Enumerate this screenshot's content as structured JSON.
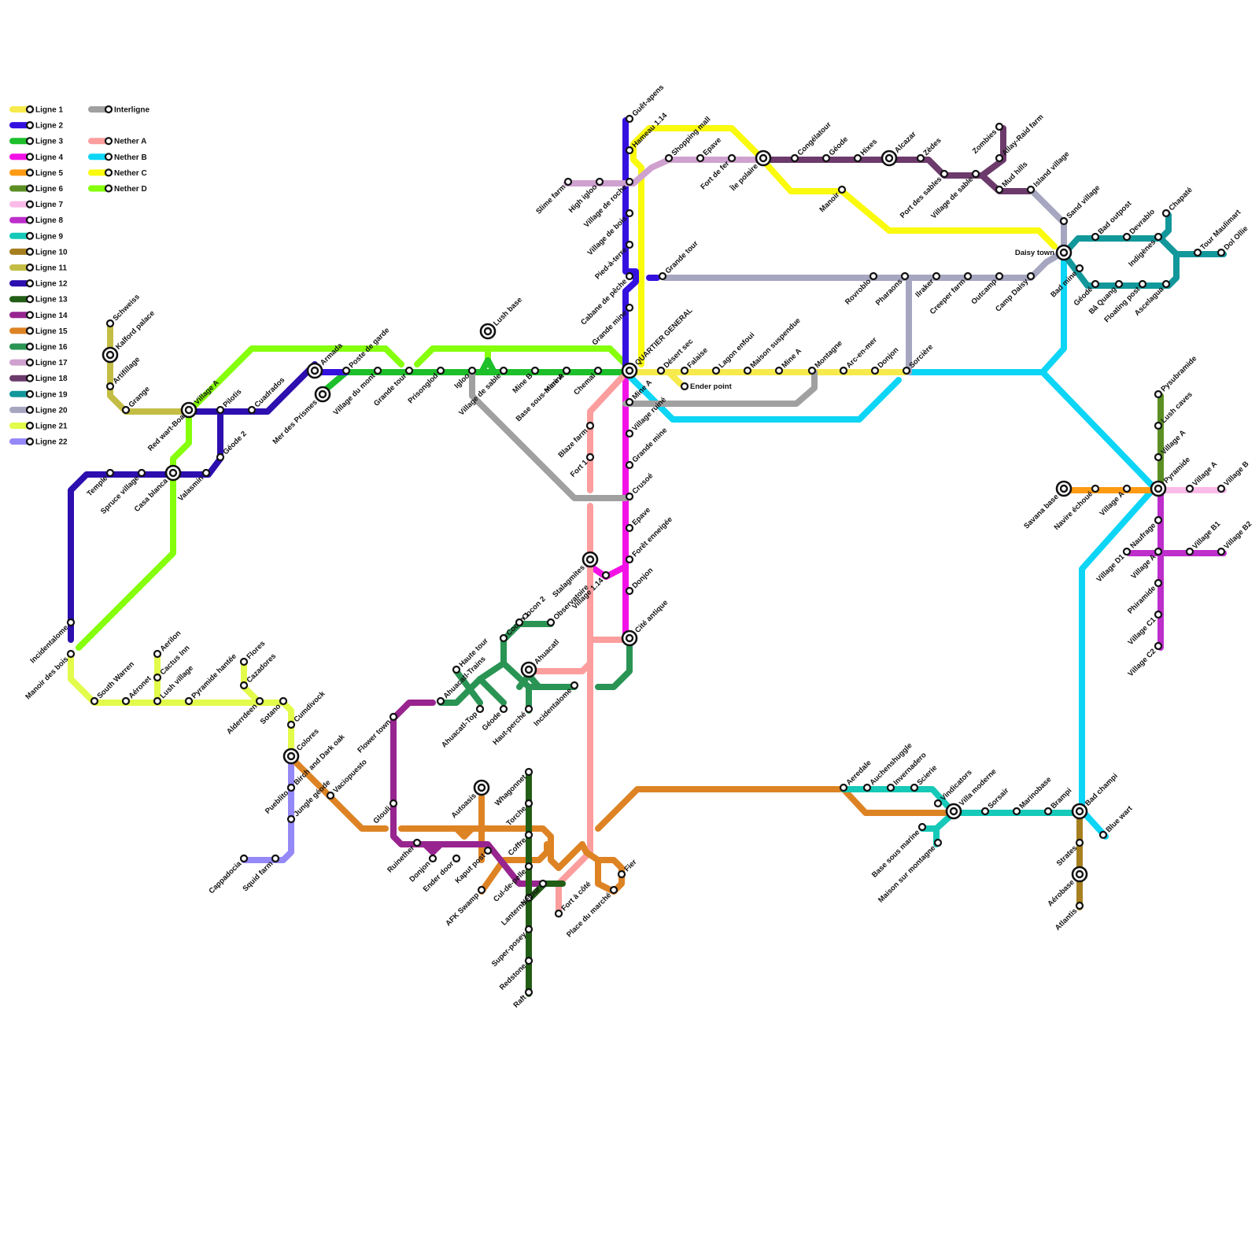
{
  "legend": {
    "items": [
      {
        "label": "Ligne 1",
        "color": "#f6ea4c"
      },
      {
        "label": "Ligne 2",
        "color": "#3511e0"
      },
      {
        "label": "Ligne 3",
        "color": "#1dbf2a"
      },
      {
        "label": "Ligne 4",
        "color": "#f312e6"
      },
      {
        "label": "Ligne 5",
        "color": "#ff9b13"
      },
      {
        "label": "Ligne 6",
        "color": "#5b8f24"
      },
      {
        "label": "Ligne 7",
        "color": "#fbbbe8"
      },
      {
        "label": "Ligne 8",
        "color": "#bd2ecb"
      },
      {
        "label": "Ligne 9",
        "color": "#16c9b8"
      },
      {
        "label": "Ligne 10",
        "color": "#a67f1f"
      },
      {
        "label": "Ligne 11",
        "color": "#c4bd45"
      },
      {
        "label": "Ligne 12",
        "color": "#2d0eae"
      },
      {
        "label": "Ligne 13",
        "color": "#235e16"
      },
      {
        "label": "Ligne 14",
        "color": "#97248f"
      },
      {
        "label": "Ligne 15",
        "color": "#dd8324"
      },
      {
        "label": "Ligne 16",
        "color": "#2a9454"
      },
      {
        "label": "Ligne 17",
        "color": "#cfa1cf"
      },
      {
        "label": "Ligne 18",
        "color": "#6c3a6b"
      },
      {
        "label": "Ligne 19",
        "color": "#12979b"
      },
      {
        "label": "Ligne 20",
        "color": "#a6a6c0"
      },
      {
        "label": "Ligne 21",
        "color": "#e3fb4a"
      },
      {
        "label": "Ligne 22",
        "color": "#9588f7"
      },
      {
        "label": "Interligne",
        "color": "#a0a0a0"
      },
      {
        "label": "Nether A",
        "color": "#fc9d9e"
      },
      {
        "label": "Nether B",
        "color": "#0dd5f5"
      },
      {
        "label": "Nether C",
        "color": "#fafa0e"
      },
      {
        "label": "Nether D",
        "color": "#85ff0b"
      }
    ]
  },
  "lines": [
    {
      "id": "l1",
      "name": "Ligne 1",
      "color": "#f6ea4c"
    },
    {
      "id": "l2",
      "name": "Ligne 2",
      "color": "#3511e0"
    },
    {
      "id": "l3",
      "name": "Ligne 3",
      "color": "#1dbf2a"
    },
    {
      "id": "l4",
      "name": "Ligne 4",
      "color": "#f312e6"
    },
    {
      "id": "l5",
      "name": "Ligne 5",
      "color": "#ff9b13"
    },
    {
      "id": "l6",
      "name": "Ligne 6",
      "color": "#5b8f24"
    },
    {
      "id": "l7",
      "name": "Ligne 7",
      "color": "#fbbbe8"
    },
    {
      "id": "l8",
      "name": "Ligne 8",
      "color": "#bd2ecb"
    },
    {
      "id": "l9",
      "name": "Ligne 9",
      "color": "#16c9b8"
    },
    {
      "id": "l10",
      "name": "Ligne 10",
      "color": "#a67f1f"
    },
    {
      "id": "l11",
      "name": "Ligne 11",
      "color": "#c4bd45"
    },
    {
      "id": "l12",
      "name": "Ligne 12",
      "color": "#2d0eae"
    },
    {
      "id": "l13",
      "name": "Ligne 13",
      "color": "#235e16"
    },
    {
      "id": "l14",
      "name": "Ligne 14",
      "color": "#97248f"
    },
    {
      "id": "l15",
      "name": "Ligne 15",
      "color": "#dd8324"
    },
    {
      "id": "l16",
      "name": "Ligne 16",
      "color": "#2a9454"
    },
    {
      "id": "l17",
      "name": "Ligne 17",
      "color": "#cfa1cf"
    },
    {
      "id": "l18",
      "name": "Ligne 18",
      "color": "#6c3a6b"
    },
    {
      "id": "l19",
      "name": "Ligne 19",
      "color": "#12979b"
    },
    {
      "id": "l20",
      "name": "Ligne 20",
      "color": "#a6a6c0"
    },
    {
      "id": "l21",
      "name": "Ligne 21",
      "color": "#e3fb4a"
    },
    {
      "id": "l22",
      "name": "Ligne 22",
      "color": "#9588f7"
    },
    {
      "id": "inter",
      "name": "Interligne",
      "color": "#a0a0a0"
    },
    {
      "id": "na",
      "name": "Nether A",
      "color": "#fc9d9e"
    },
    {
      "id": "nb",
      "name": "Nether B",
      "color": "#0dd5f5"
    },
    {
      "id": "nc",
      "name": "Nether C",
      "color": "#fafa0e"
    },
    {
      "id": "nd",
      "name": "Nether D",
      "color": "#85ff0b"
    }
  ],
  "stations": [
    "Guêt-apens",
    "Hameau 1.14",
    "Shopping mall",
    "Slime farm",
    "High igloo",
    "Village de roche",
    "Village de bois",
    "Pied-à-terre",
    "Grande tour",
    "Cabane de pêche",
    "Grande mine",
    "QUARTIER GENERAL",
    "Chemal",
    "Mine A",
    "Mine B",
    "Village de sable",
    "Igloo",
    "Lush base",
    "Prisonglod",
    "Grande tour",
    "Village du mont",
    "Poste de garde",
    "Armada",
    "Mer des Prismes",
    "Cuadrados",
    "Pilotis",
    "Géode 2",
    "Valasmin",
    "Village A",
    "Red wart-Boat",
    "Casa blanca",
    "Spruce village",
    "Temple",
    "Grange",
    "Artifillage",
    "Kalford palace",
    "Schweiss",
    "Incidentalome",
    "Manoir des bois",
    "South Warren",
    "Aéronet",
    "Aerilon",
    "Cactus Inn",
    "Lush village",
    "Pyramide hantée",
    "Flores",
    "Cazadores",
    "Alderrdeen",
    "Sotano",
    "Cumdivock",
    "Colores",
    "Pueblito",
    "Jungle géode",
    "Squid farm",
    "Cappadocia",
    "Birch and Dark oak",
    "Vaciopuesto",
    "Glouli",
    "Flower town",
    "Ruinether",
    "Donjon",
    "Ender door",
    "Kaput post",
    "Autoasis",
    "Ahuacatl-Trains",
    "Ahuacatl-Top",
    "Haute tour",
    "Cocon 1",
    "Cocon 2",
    "Observatoire",
    "Ahuacatl",
    "Géode",
    "Haut-perché",
    "Incidentalome",
    "Whagonnet",
    "Torche",
    "Coffre",
    "Cul-de-pelle",
    "Lanterne",
    "Netour",
    "Super-posey",
    "Redstone",
    "Raft",
    "AFK Swamp",
    "Fort à côté",
    "Place du marché",
    "Fier",
    "Base sous-marine",
    "Blaze farm",
    "Fort 1",
    "Stalagmites",
    "Village 1.14",
    "Mine A",
    "Village ruiné",
    "Grande mine",
    "Crusoé",
    "Epave",
    "Forêt enneigée",
    "Donjon",
    "Cité antique",
    "Désert sec",
    "Falaise",
    "Ender point",
    "Lagon enfoui",
    "Maison suspendue",
    "Mine A",
    "Montagne",
    "Arc-en-mer",
    "Donjon",
    "Sorcière",
    "Epave",
    "Fort de fer",
    "Île polaire",
    "Congélatour",
    "Géode",
    "Hixes",
    "Alcazar",
    "Zèdes",
    "Port des sables",
    "Village de sable",
    "Zombies",
    "Allay-Raid farm",
    "Mud hills",
    "Island village",
    "Sand village",
    "Manoir",
    "Rovroblo",
    "Pharaons",
    "Ilraker",
    "Creeper farm",
    "Outcamp",
    "Camp Daisy",
    "Daisy town",
    "Bad mine",
    "Bad outpost",
    "Devrablo",
    "Chapaté",
    "Indigènes",
    "Tour Maulimart",
    "Dol Ollie",
    "Géodé",
    "Bâ Quang",
    "Floating post",
    "Ascelagua",
    "Pysubramide",
    "Lush caves",
    "Village A",
    "Pyramide",
    "Village A",
    "Village B",
    "Savana base",
    "Navire échoué",
    "Village A",
    "Naufrage",
    "Village D1",
    "Village A",
    "Village B1",
    "Village B2",
    "Phiramide",
    "Village C1",
    "Village C2",
    "Aeredale",
    "Auchenshuggle",
    "Invernadero",
    "Scierie",
    "Vindicators",
    "Villa moderne",
    "Sorsair",
    "Marinobase",
    "Brampi",
    "Bad champi",
    "Blue wart",
    "Base sous marine",
    "Maison sur montagne",
    "Strates",
    "Aérobase",
    "Atlantis"
  ]
}
